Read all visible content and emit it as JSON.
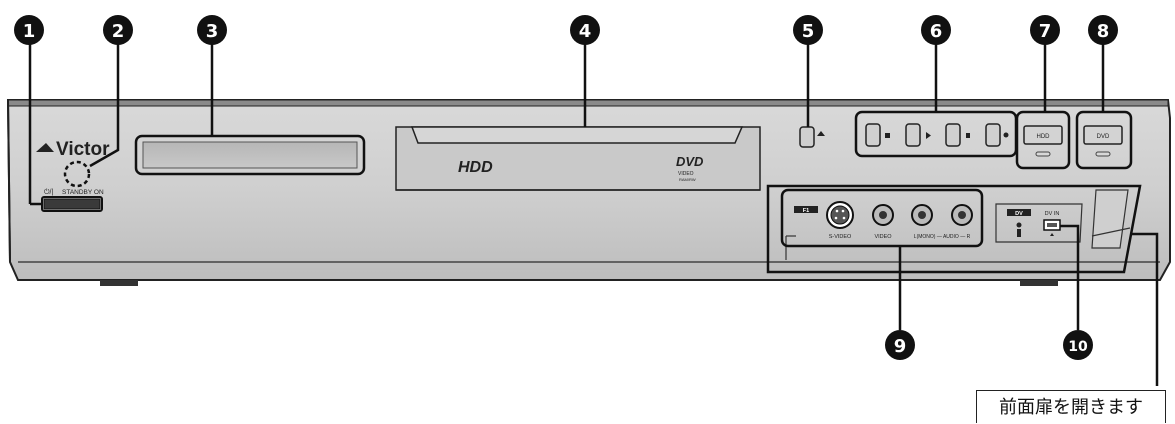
{
  "brand": "Victor",
  "power_label": "STANDBY ON",
  "power_symbol": "⏻/|",
  "disc_logos": {
    "hdd": "HDD",
    "dvd": "DVD",
    "dvd_sub": "VIDEO",
    "dvd_sub2": "RAM/RW"
  },
  "buttons": {
    "hdd": "HDD",
    "dvd": "DVD"
  },
  "input_panel": {
    "f1": "F1",
    "svideo": "S-VIDEO",
    "video": "VIDEO",
    "audio": "L(MONO) — AUDIO — R",
    "dv_badge": "DV",
    "dv_in": "DV IN"
  },
  "callouts": [
    "1",
    "2",
    "3",
    "4",
    "5",
    "6",
    "7",
    "8",
    "9",
    "10"
  ],
  "caption": "前面扉を開きます",
  "icon_names": [
    "eject-icon",
    "stop-icon",
    "play-icon",
    "pause-icon",
    "record-icon",
    "ilink-icon"
  ]
}
